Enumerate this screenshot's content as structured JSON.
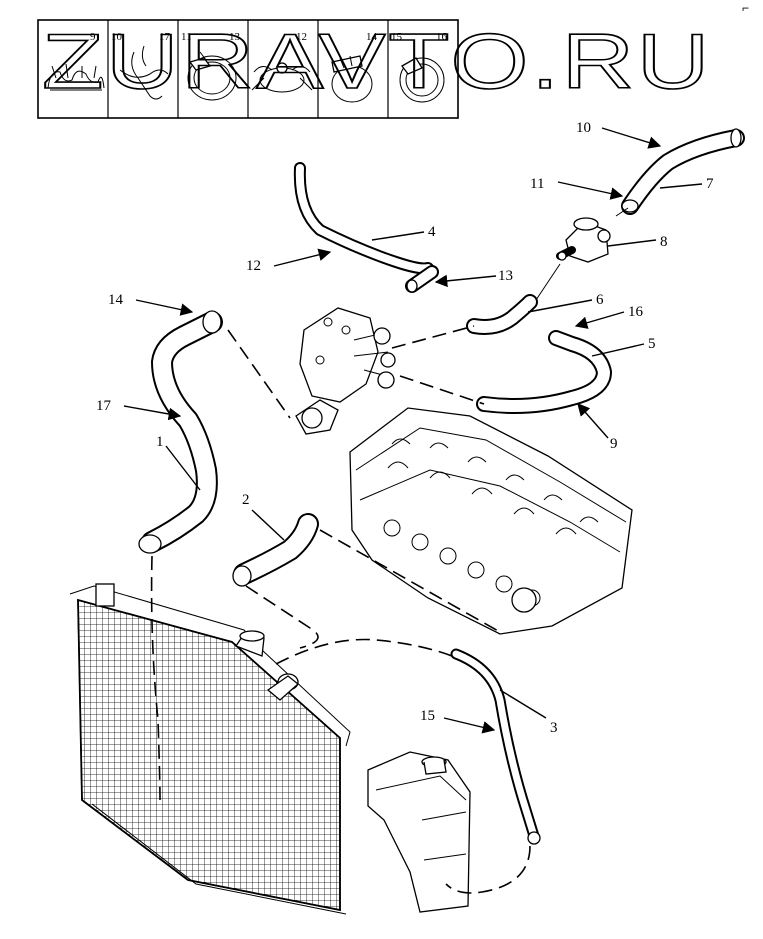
{
  "watermark": "ZURAVTO.RU",
  "corner_mark": "⌐",
  "clip_panel": {
    "numbers": [
      "9",
      "10",
      "17",
      "11",
      "13",
      "12",
      "14",
      "15",
      "16"
    ]
  },
  "callouts": [
    "10",
    "7",
    "11",
    "8",
    "4",
    "12",
    "13",
    "6",
    "16",
    "5",
    "14",
    "17",
    "9",
    "1",
    "2",
    "3",
    "15"
  ]
}
